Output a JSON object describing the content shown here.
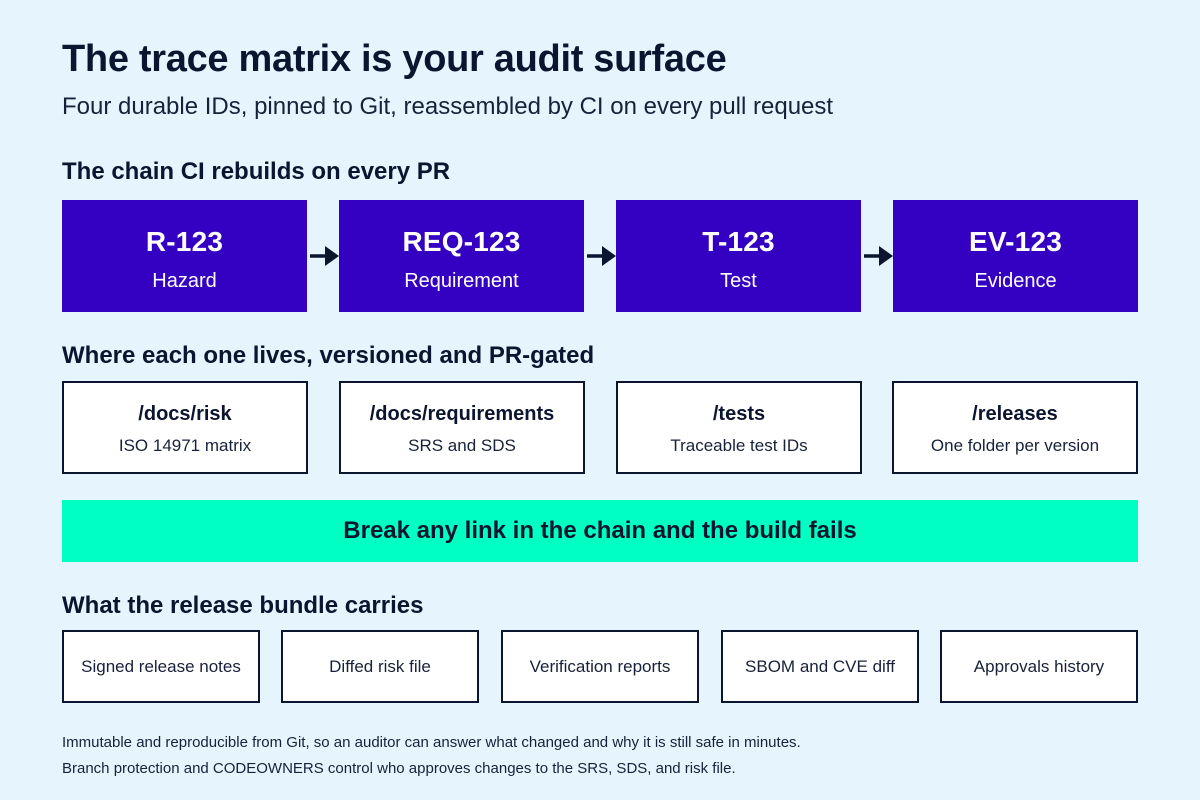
{
  "title": "The trace matrix is your audit surface",
  "subtitle": "Four durable IDs, pinned to Git, reassembled by CI on every pull request",
  "colors": {
    "background": "#e6f4fd",
    "chain_node": "#3400c2",
    "banner": "#00ffc3",
    "ink": "#0b1530"
  },
  "chain": {
    "heading": "The chain CI rebuilds on every PR",
    "nodes": [
      {
        "id": "R-123",
        "label": "Hazard"
      },
      {
        "id": "REQ-123",
        "label": "Requirement"
      },
      {
        "id": "T-123",
        "label": "Test"
      },
      {
        "id": "EV-123",
        "label": "Evidence"
      }
    ],
    "arrow_icon": "arrow-right-icon"
  },
  "locations": {
    "heading": "Where each one lives, versioned and PR-gated",
    "items": [
      {
        "path": "/docs/risk",
        "desc": "ISO 14971 matrix"
      },
      {
        "path": "/docs/requirements",
        "desc": "SRS and SDS"
      },
      {
        "path": "/tests",
        "desc": "Traceable test IDs"
      },
      {
        "path": "/releases",
        "desc": "One folder per version"
      }
    ]
  },
  "banner": "Break any link in the chain and the build fails",
  "bundle": {
    "heading": "What the release bundle carries",
    "items": [
      "Signed release notes",
      "Diffed risk file",
      "Verification reports",
      "SBOM and CVE diff",
      "Approvals history"
    ]
  },
  "footnotes": [
    "Immutable and reproducible from Git, so an auditor can answer what changed and why it is still safe in minutes.",
    "Branch protection and CODEOWNERS control who approves changes to the SRS, SDS, and risk file."
  ]
}
